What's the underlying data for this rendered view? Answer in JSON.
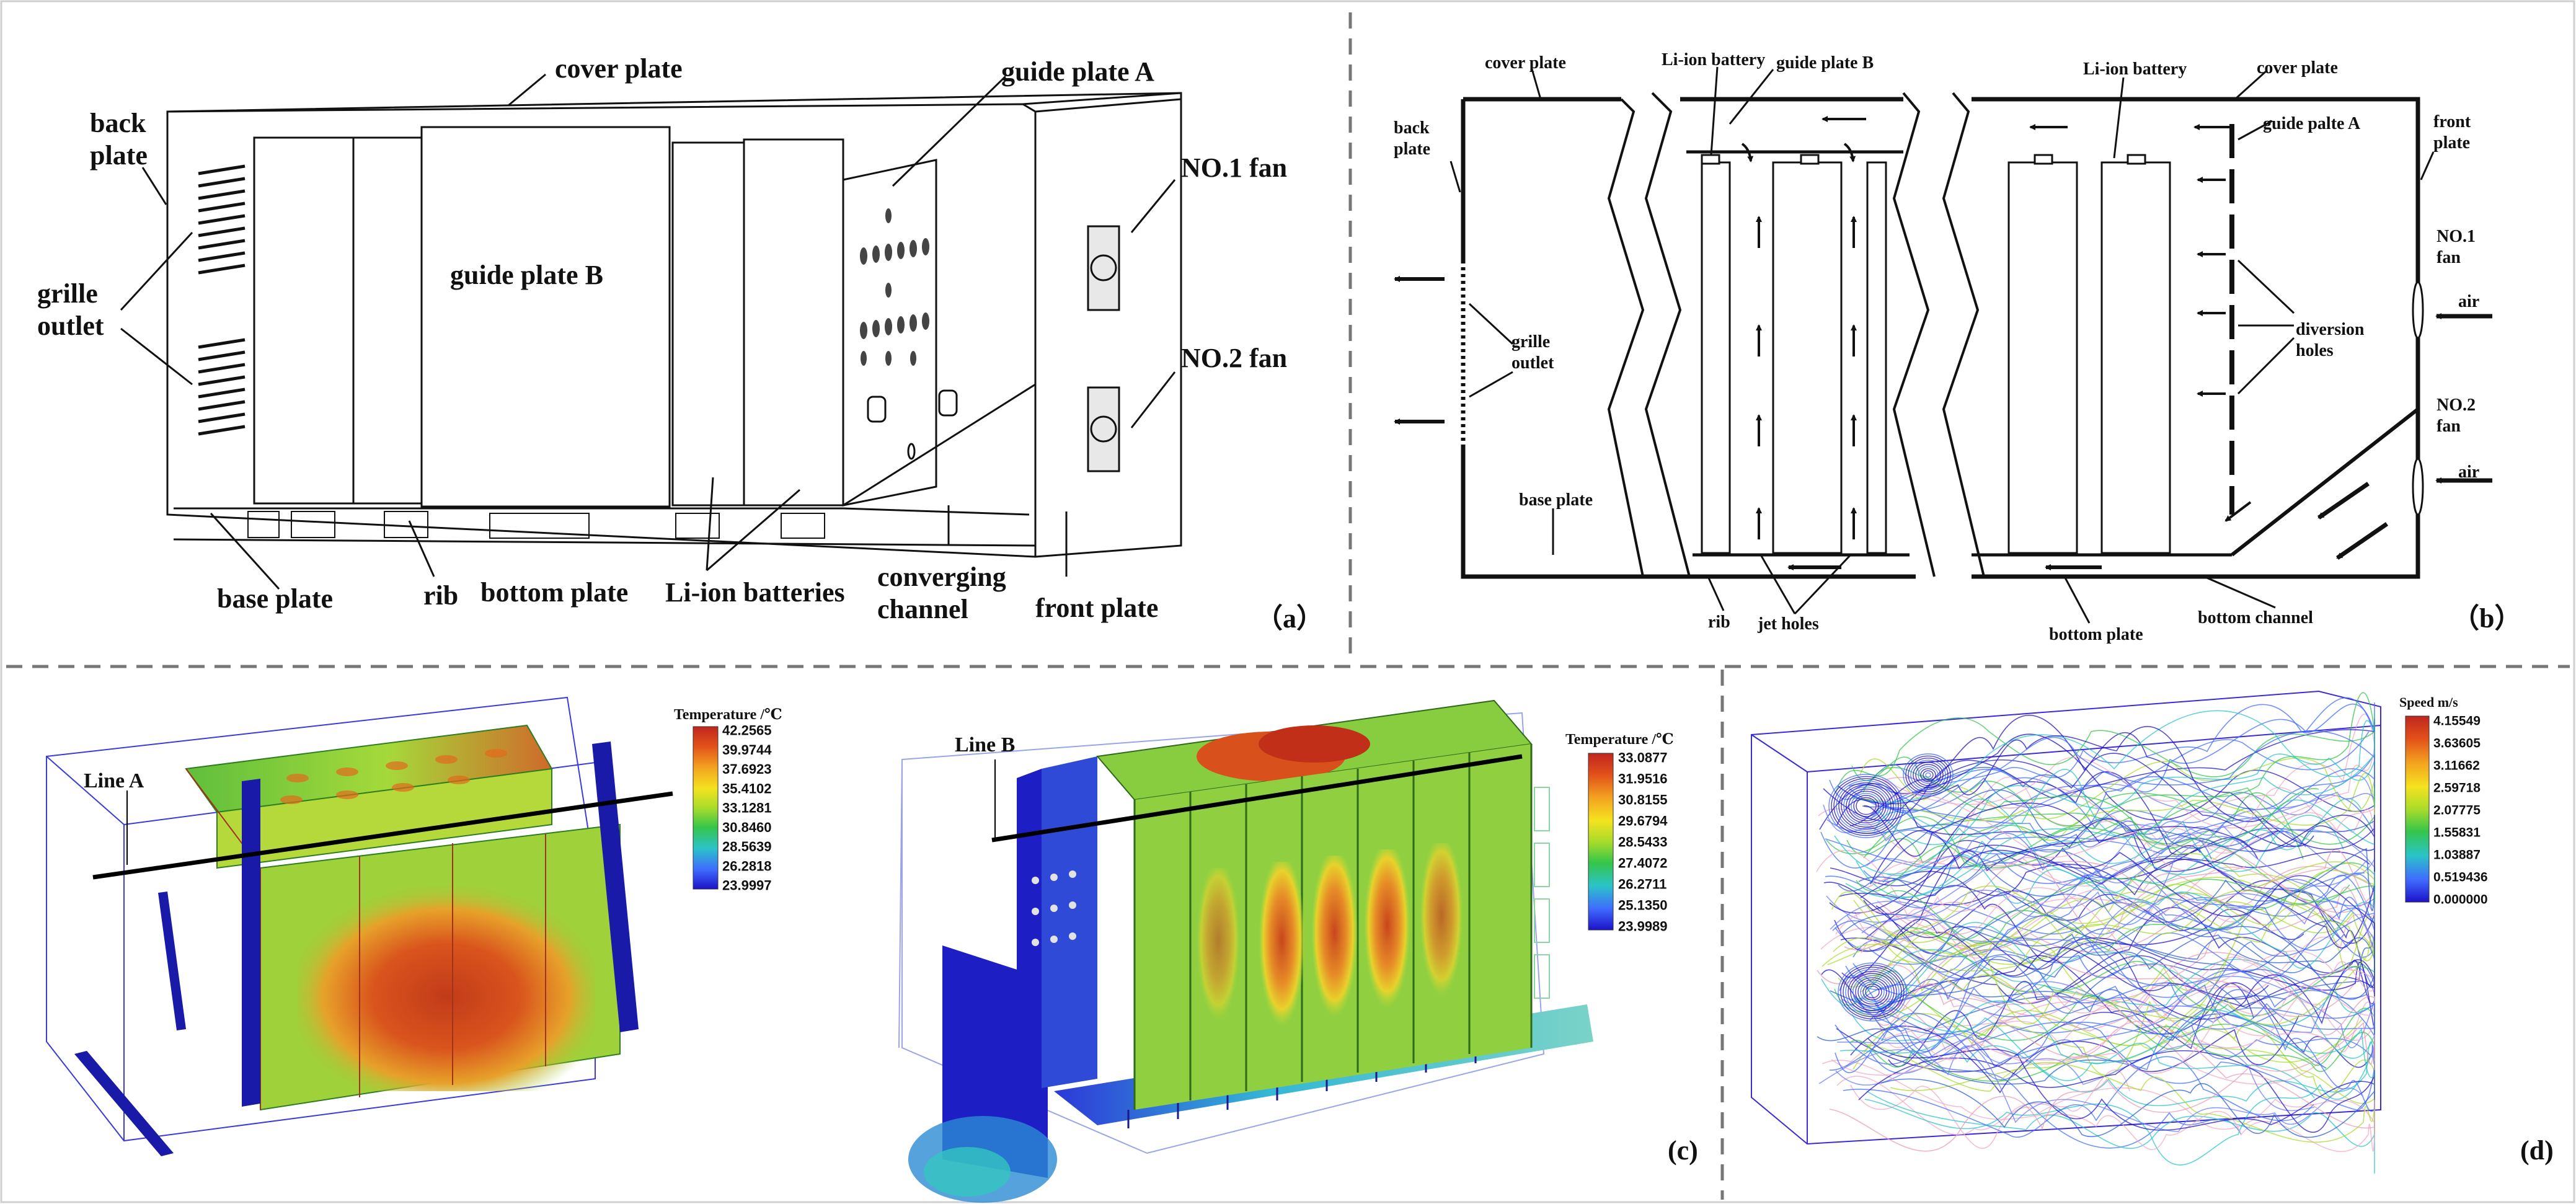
{
  "panel_a": {
    "tag": "（a）",
    "labels": {
      "cover_plate": "cover plate",
      "guide_plate_a": "guide plate A",
      "back_plate": "back\nplate",
      "no1_fan": "NO.1 fan",
      "grille_outlet": "grille\noutlet",
      "guide_plate_b": "guide plate B",
      "no2_fan": "NO.2 fan",
      "base_plate": "base plate",
      "rib": "rib",
      "bottom_plate": "bottom plate",
      "li_ion_batteries": "Li-ion batteries",
      "converging_channel": "converging\nchannel",
      "front_plate": "front plate"
    }
  },
  "panel_b": {
    "tag": "（b）",
    "labels": {
      "cover_plate_left": "cover plate",
      "li_ion_battery_1": "Li-ion battery",
      "guide_plate_b": "guide plate B",
      "li_ion_battery_2": "Li-ion battery",
      "cover_plate_right": "cover plate",
      "back_plate": "back\nplate",
      "guide_palte_a": "guide palte A",
      "front_plate": "front\nplate",
      "grille_outlet": "grille\noutlet",
      "no1_fan": "NO.1\nfan",
      "air_1": "air",
      "diversion_holes": "diversion\nholes",
      "no2_fan": "NO.2\nfan",
      "air_2": "air",
      "base_plate": "base plate",
      "rib": "rib",
      "jet_holes": "jet holes",
      "bottom_plate": "bottom plate",
      "bottom_channel": "bottom channel"
    }
  },
  "panel_c": {
    "tag": "(c)",
    "left": {
      "line_label": "Line A",
      "legend_title": "Temperature /℃",
      "ticks": [
        "42.2565",
        "39.9744",
        "37.6923",
        "35.4102",
        "33.1281",
        "30.8460",
        "28.5639",
        "26.2818",
        "23.9997"
      ]
    },
    "right": {
      "line_label": "Line B",
      "legend_title": "Temperature /℃",
      "ticks": [
        "33.0877",
        "31.9516",
        "30.8155",
        "29.6794",
        "28.5433",
        "27.4072",
        "26.2711",
        "25.1350",
        "23.9989"
      ]
    }
  },
  "panel_d": {
    "tag": "(d)",
    "legend_title": "Speed m/s",
    "ticks": [
      "4.15549",
      "3.63605",
      "3.11662",
      "2.59718",
      "2.07775",
      "1.55831",
      "1.03887",
      "0.519436",
      "0.000000"
    ]
  },
  "colors": {
    "scale": [
      "#c0261e",
      "#e2501a",
      "#f3a21f",
      "#f4e21f",
      "#a9dc2a",
      "#35c54a",
      "#2bc3c9",
      "#3f6bff",
      "#1d12c8"
    ],
    "battery_mid": "#7fd045",
    "hot": "#c94a1c",
    "structure": "#1a1aa8"
  }
}
